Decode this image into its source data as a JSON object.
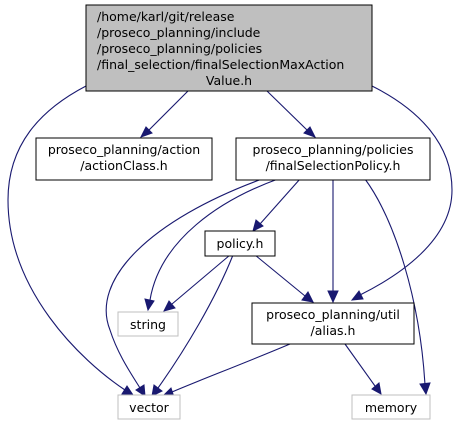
{
  "nodes": {
    "main": {
      "lines": [
        "/home/karl/git/release",
        "/proseco_planning/include",
        "/proseco_planning/policies",
        "/final_selection/finalSelectionMaxAction",
        "Value.h"
      ],
      "fill": "#bfbfbf",
      "stroke": "#000000"
    },
    "action_class": {
      "lines": [
        "proseco_planning/action",
        "/actionClass.h"
      ],
      "fill": "#ffffff",
      "stroke": "#000000"
    },
    "final_selection_policy": {
      "lines": [
        "proseco_planning/policies",
        "/finalSelectionPolicy.h"
      ],
      "fill": "#ffffff",
      "stroke": "#000000"
    },
    "policy": {
      "lines": [
        "policy.h"
      ],
      "fill": "#ffffff",
      "stroke": "#000000"
    },
    "string": {
      "lines": [
        "string"
      ],
      "fill": "#ffffff",
      "stroke": "#bfbfbf"
    },
    "alias": {
      "lines": [
        "proseco_planning/util",
        "/alias.h"
      ],
      "fill": "#ffffff",
      "stroke": "#000000"
    },
    "vector": {
      "lines": [
        "vector"
      ],
      "fill": "#ffffff",
      "stroke": "#bfbfbf"
    },
    "memory": {
      "lines": [
        "memory"
      ],
      "fill": "#ffffff",
      "stroke": "#bfbfbf"
    }
  },
  "colors": {
    "edge": "#191970",
    "highlight_fill": "#bfbfbf",
    "external_stroke": "#bfbfbf"
  }
}
